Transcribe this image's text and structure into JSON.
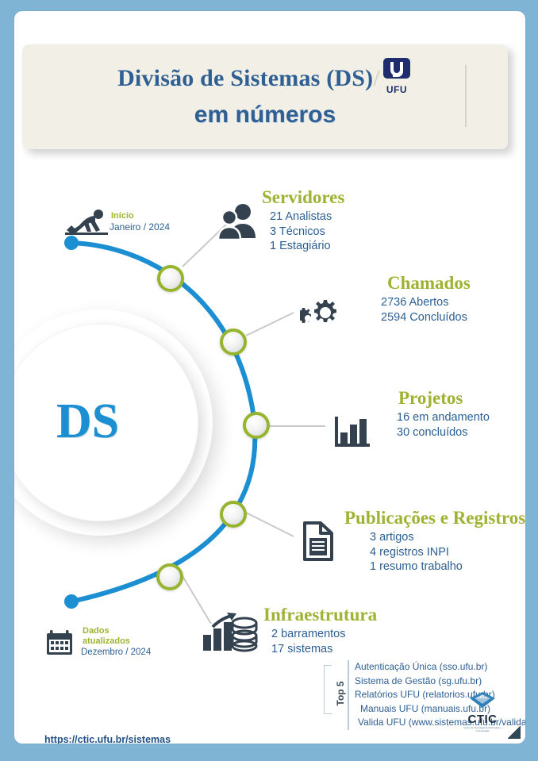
{
  "title": {
    "line1_before": "Divisão de Sistemas (DS)",
    "slash": "/",
    "logo_word": "UFU",
    "line2": "em números"
  },
  "center_badge": {
    "label": "DS"
  },
  "start_marker": {
    "icon": "runner-start-icon",
    "label": "Início",
    "date": "Janeiro / 2024"
  },
  "updated_marker": {
    "icon": "calendar-icon",
    "label": "Dados atualizados",
    "date": "Dezembro / 2024"
  },
  "sections": [
    {
      "id": "servidores",
      "heading": "Servidores",
      "icon": "people-icon",
      "items": [
        "21 Analistas",
        "3 Técnicos",
        "1 Estagiário"
      ]
    },
    {
      "id": "chamados",
      "heading": "Chamados",
      "icon": "gears-icon",
      "items": [
        "2736 Abertos",
        "2594 Concluídos"
      ]
    },
    {
      "id": "projetos",
      "heading": "Projetos",
      "icon": "bar-chart-icon",
      "items": [
        "16 em andamento",
        "30 concluídos"
      ]
    },
    {
      "id": "publicacoes",
      "heading": "Publicações e Registros",
      "icon": "document-icon",
      "items": [
        "3 artigos",
        "4 registros INPI",
        "1 resumo trabalho"
      ]
    },
    {
      "id": "infraestrutura",
      "heading": "Infraestrutura",
      "icon": "growth-coins-icon",
      "items": [
        "2 barramentos",
        "17 sistemas"
      ]
    }
  ],
  "top5": {
    "label": "Top 5",
    "items": [
      "Autenticação Única (sso.ufu.br)",
      "Sistema de Gestão (sg.ufu.br)",
      "Relatórios UFU (relatorios.ufu.br)",
      "Manuais UFU (manuais.ufu.br)",
      "Valida UFU (www.sistemas.ufu.br/valida-ufu)"
    ]
  },
  "footer": {
    "url": "https://ctic.ufu.br/sistemas",
    "logo_word": "CTIC",
    "logo_sub": "Centro de Tecnologia da Informação e Comunicação"
  },
  "colors": {
    "frame": "#7fb4d4",
    "arc": "#1b8fd1",
    "node_ring": "#97b42e",
    "heading": "#9fb233",
    "body_text": "#2b5f93",
    "title_text": "#2f5f93",
    "icon_dark": "#33424e",
    "card_bg": "#f2f0e6"
  }
}
